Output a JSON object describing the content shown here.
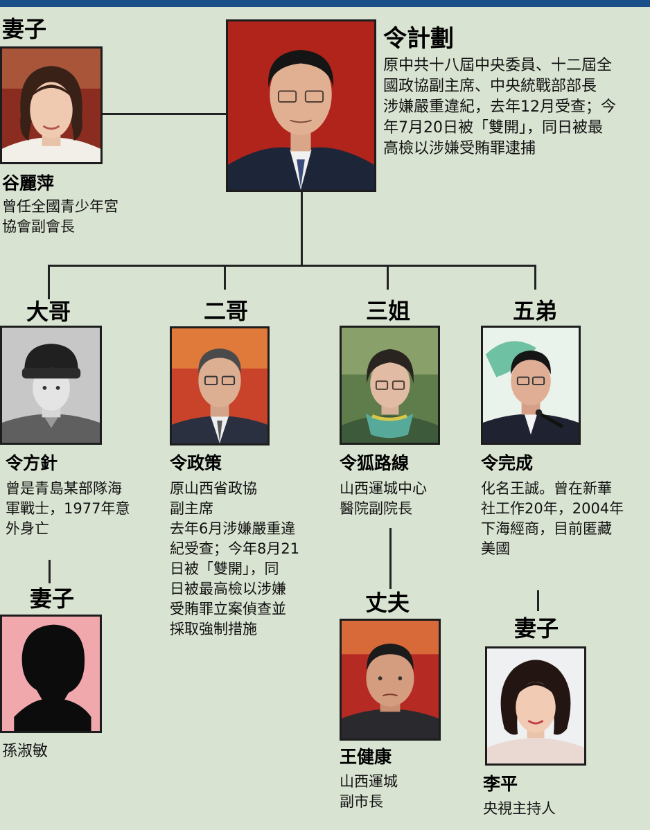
{
  "colors": {
    "background": "#d9e3d2",
    "top_bar": "#1a4f8a",
    "connector": "#222222"
  },
  "main_person": {
    "name": "令計劃",
    "description": "原中共十八屆中央委員、十二屆全\n國政協副主席、中央統戰部部長\n涉嫌嚴重違紀，去年12月受查；今\n年7月20日被「雙開」，同日被最\n高檢以涉嫌受賄罪逮捕"
  },
  "wife": {
    "relation": "妻子",
    "name": "谷麗萍",
    "description": "曾任全國青少年宮\n協會副會長"
  },
  "siblings": [
    {
      "relation": "大哥",
      "name": "令方針",
      "description": "曾是青島某部隊海\n軍戰士，1977年意\n外身亡"
    },
    {
      "relation": "二哥",
      "name": "令政策",
      "description": "原山西省政協\n副主席\n去年6月涉嫌嚴重違\n紀受查；今年8月21\n日被「雙開」，同\n日被最高檢以涉嫌\n受賄罪立案偵查並\n採取強制措施"
    },
    {
      "relation": "三姐",
      "name": "令狐路線",
      "description": "山西運城中心\n醫院副院長"
    },
    {
      "relation": "五弟",
      "name": "令完成",
      "description": "化名王誠。曾在新華\n社工作20年，2004年\n下海經商，目前匿藏\n美國"
    }
  ],
  "spouses": [
    {
      "relation": "妻子",
      "name": "孫淑敏",
      "description": ""
    },
    {
      "relation": "丈夫",
      "name": "王健康",
      "description": "山西運城\n副市長"
    },
    {
      "relation": "妻子",
      "name": "李平",
      "description": "央視主持人"
    }
  ]
}
